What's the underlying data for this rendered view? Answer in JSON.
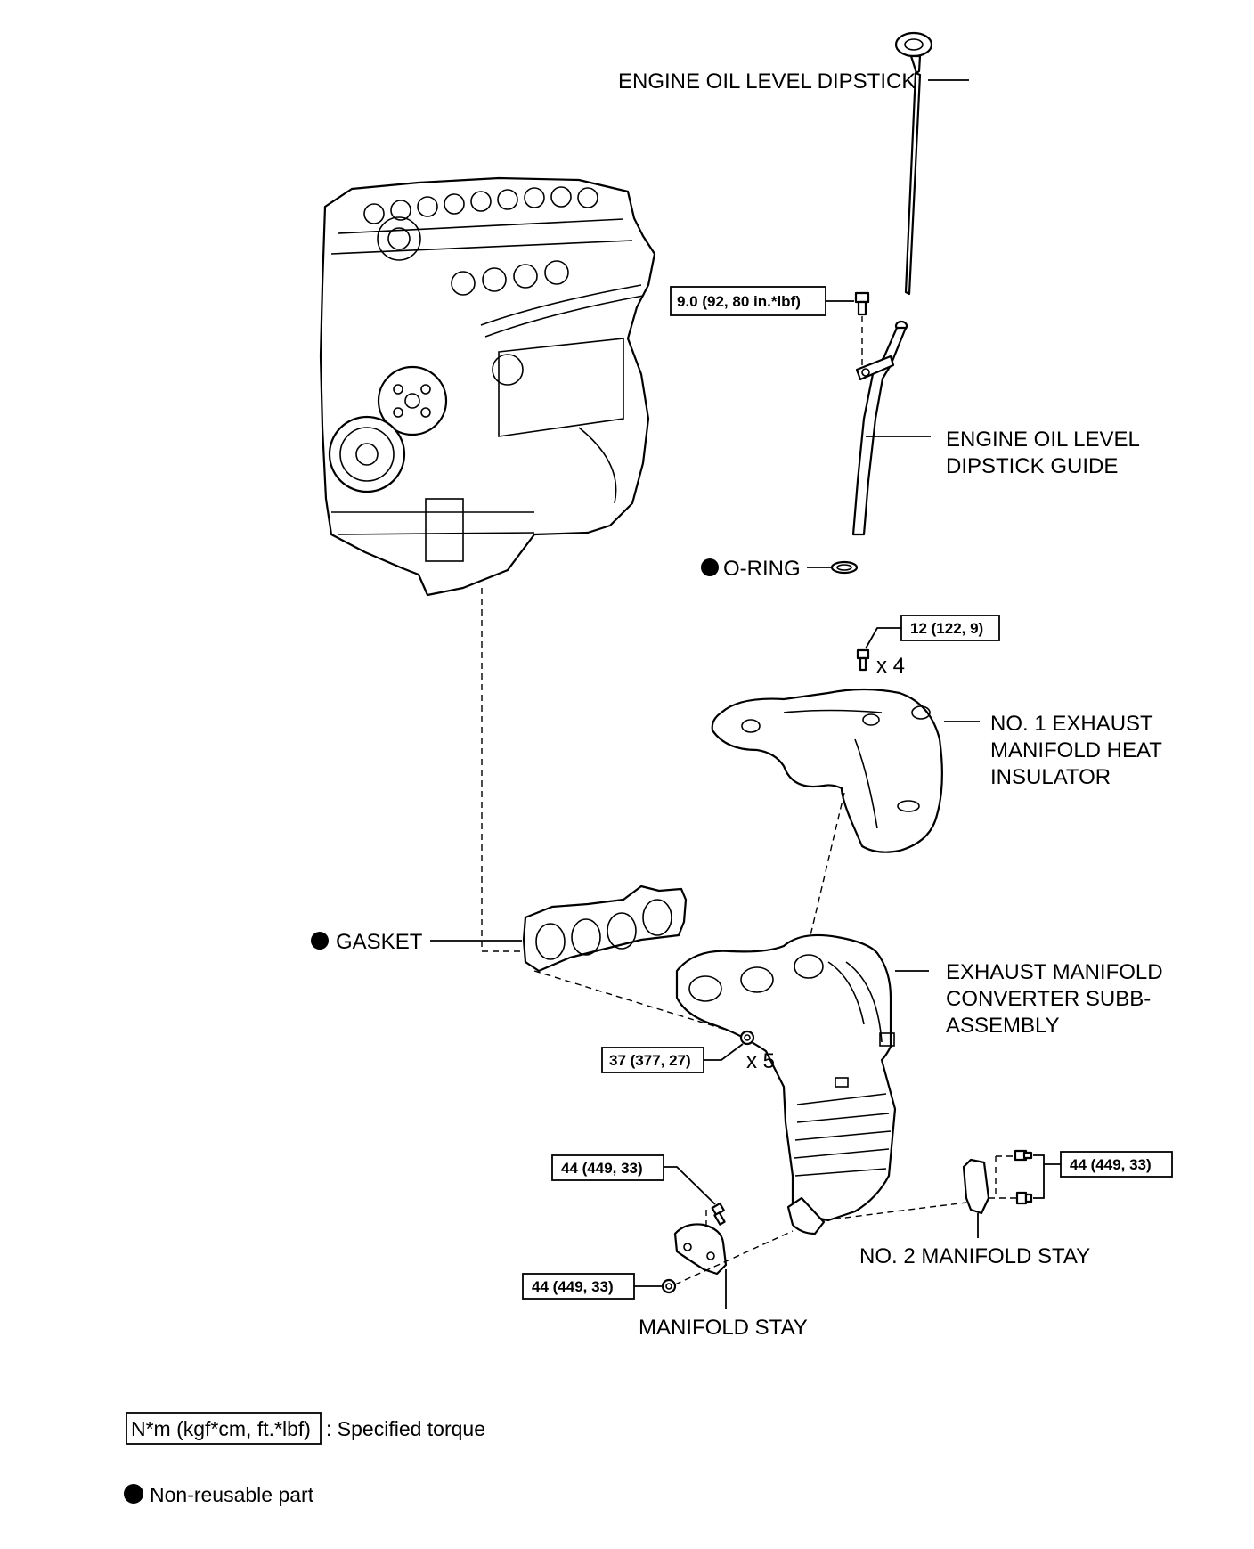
{
  "labels": {
    "dipstick": "ENGINE OIL LEVEL DIPSTICK",
    "dipstick_guide_1": "ENGINE OIL LEVEL",
    "dipstick_guide_2": "DIPSTICK GUIDE",
    "o_ring": "O-RING",
    "insulator_1": "NO. 1 EXHAUST",
    "insulator_2": "MANIFOLD HEAT",
    "insulator_3": "INSULATOR",
    "gasket": "GASKET",
    "converter_1": "EXHAUST MANIFOLD",
    "converter_2": "CONVERTER SUBB-",
    "converter_3": "ASSEMBLY",
    "no2_stay": "NO. 2 MANIFOLD STAY",
    "manifold_stay": "MANIFOLD STAY"
  },
  "torques": {
    "guide_bolt": "9.0 (92, 80 in.*lbf)",
    "insulator_bolt": "12 (122, 9)",
    "manifold_nut": "37 (377, 27)",
    "stay_bolt": "44 (449, 33)",
    "stay_nut": "44 (449, 33)",
    "no2_stay_bolts": "44 (449, 33)"
  },
  "quantities": {
    "insulator_bolt": "x 4",
    "manifold_nut": "x 5"
  },
  "legend": {
    "torque_unit": "N*m (kgf*cm, ft.*lbf)",
    "torque_desc": ": Specified torque",
    "nonreusable_desc": "Non-reusable part"
  },
  "icons": {
    "non_reusable_marker": "filled-black-circle"
  }
}
